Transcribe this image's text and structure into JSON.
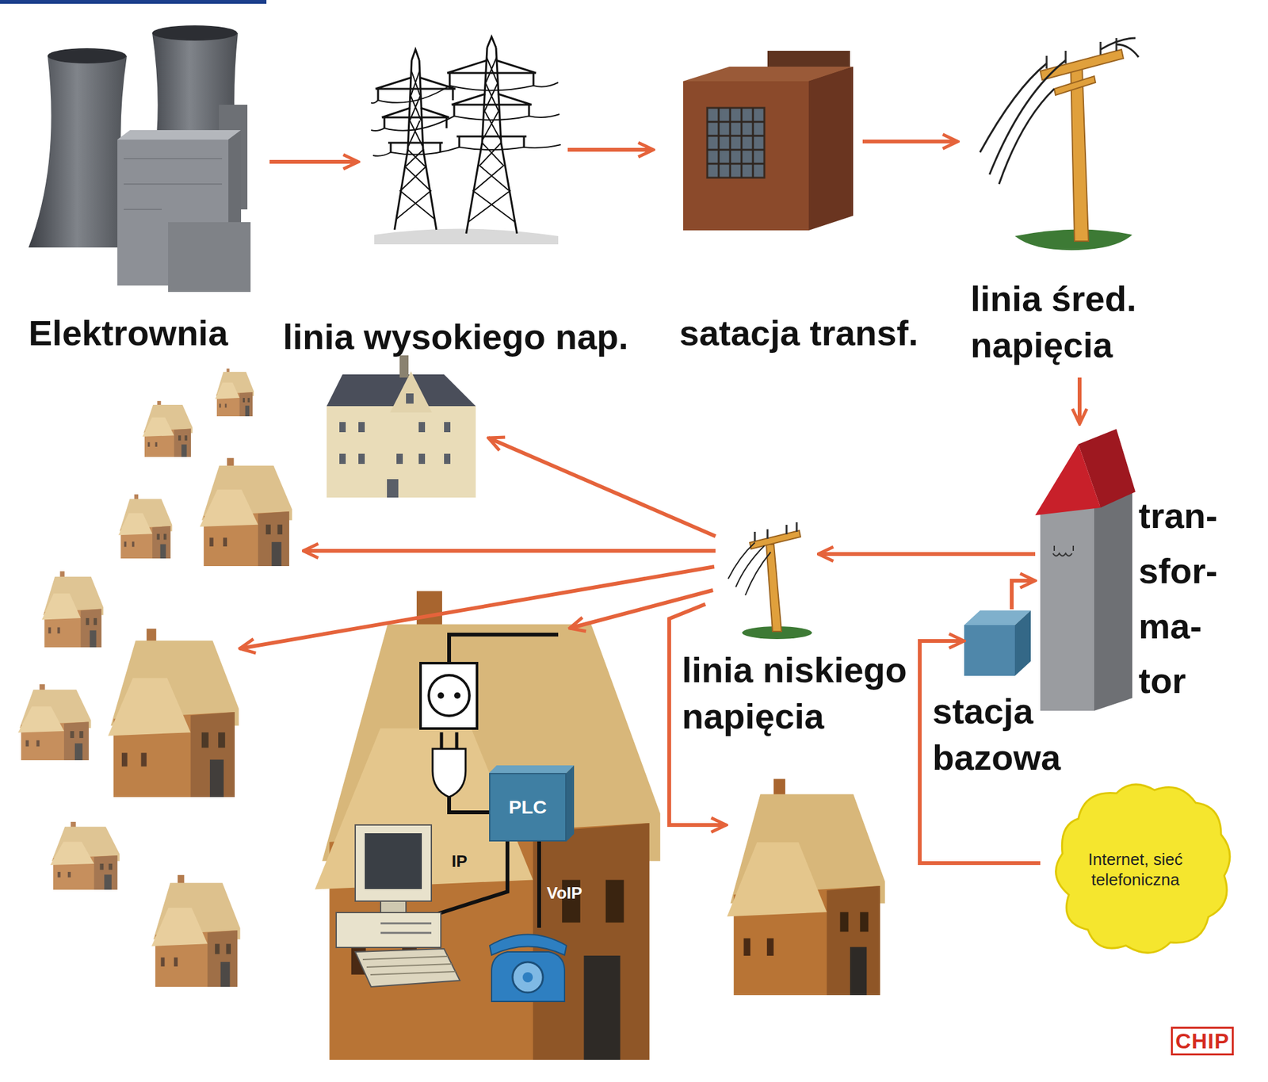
{
  "diagram": {
    "nodes": [
      {
        "text": [
          "Elektrownia"
        ]
      },
      {
        "text": [
          "linia wysokiego nap."
        ]
      },
      {
        "text": [
          "satacja transf."
        ]
      },
      {
        "text": [
          "linia śred. napięcia"
        ]
      },
      {
        "text": [
          "tran- sfor- ma- tor"
        ]
      },
      {
        "text": [
          "stacja bazowa"
        ]
      },
      {
        "text": [
          "Internet, sieć telefoniczna"
        ]
      },
      {
        "text": [
          "linia niskiego napięcia"
        ]
      },
      {
        "text": [
          "PLC"
        ]
      }
    ],
    "edges": [
      {
        "from": 0,
        "to": 1,
        "arrow": "to"
      },
      {
        "from": 1,
        "to": 2,
        "arrow": "to"
      },
      {
        "from": 2,
        "to": 3,
        "arrow": "to"
      },
      {
        "from": 3,
        "to": 4,
        "arrow": "to"
      },
      {
        "from": 4,
        "to": 7,
        "arrow": "to"
      },
      {
        "from": 5,
        "to": 4,
        "arrow": "to"
      },
      {
        "from": 6,
        "to": 5,
        "arrow": "to"
      }
    ],
    "labels": [
      "IP",
      "VoIP",
      "CHIP"
    ]
  }
}
